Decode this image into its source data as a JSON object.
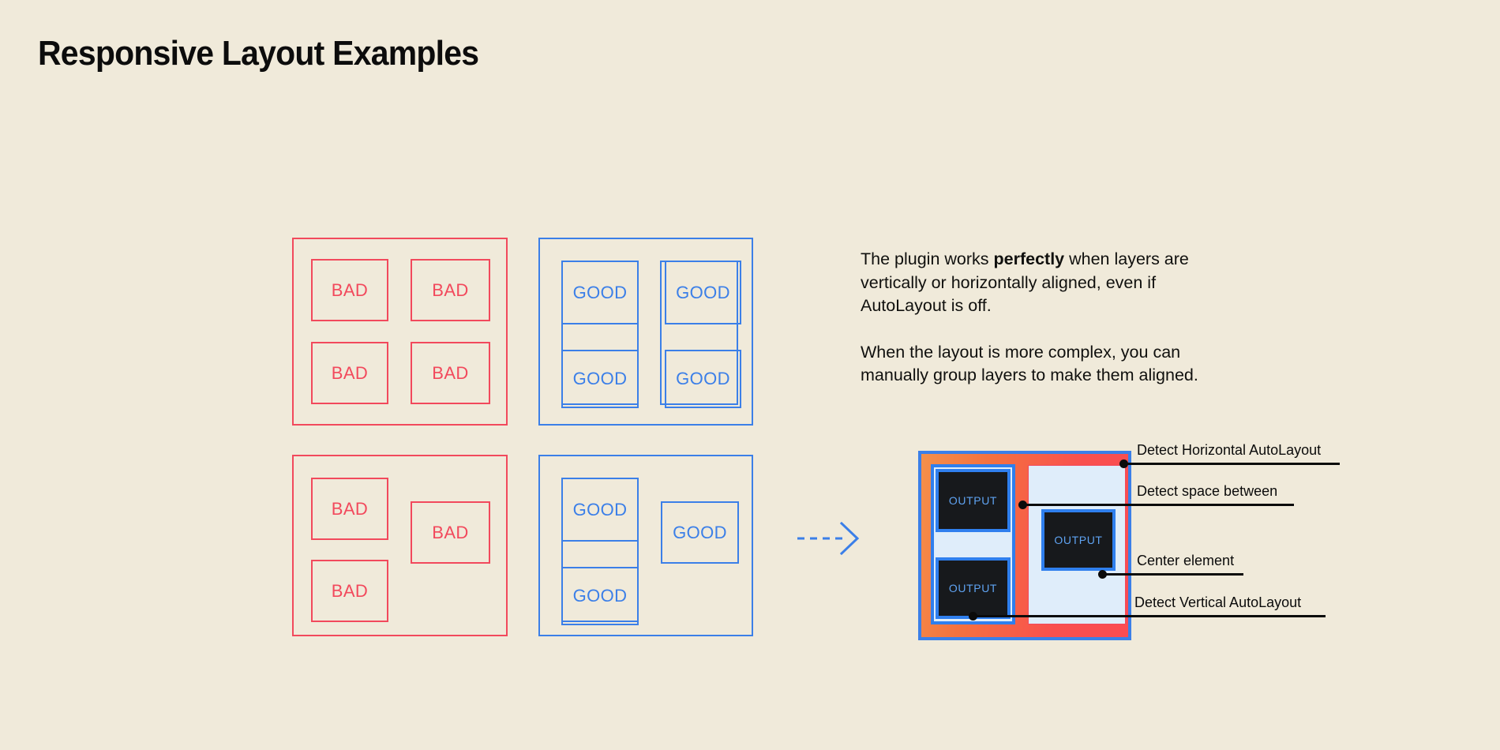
{
  "page": {
    "title": "Responsive Layout Examples",
    "background_color": "#F0EADA",
    "bad_color": "#F2495C",
    "good_color": "#3B7FE8",
    "text_color": "#10100E"
  },
  "examples": {
    "bad_grid": {
      "variant": "bad",
      "cells": [
        {
          "label": "BAD"
        },
        {
          "label": "BAD"
        },
        {
          "label": "BAD"
        },
        {
          "label": "BAD"
        }
      ]
    },
    "good_grid": {
      "variant": "good",
      "cells": [
        {
          "label": "GOOD"
        },
        {
          "label": "GOOD"
        },
        {
          "label": "GOOD"
        },
        {
          "label": "GOOD"
        }
      ]
    },
    "bad_complex": {
      "variant": "bad",
      "cells": [
        {
          "label": "BAD"
        },
        {
          "label": "BAD"
        },
        {
          "label": "BAD"
        }
      ]
    },
    "good_complex": {
      "variant": "good",
      "cells": [
        {
          "label": "GOOD"
        },
        {
          "label": "GOOD"
        },
        {
          "label": "GOOD"
        }
      ]
    }
  },
  "copy": {
    "paragraph1_part1": "The plugin works ",
    "paragraph1_bold": "perfectly",
    "paragraph1_part2": " when layers are vertically or horizontally aligned, even if AutoLayout is off.",
    "paragraph2": "When the layout is more complex, you can manually group layers to make them aligned."
  },
  "arrow": {
    "icon": "dashed-arrow-right-icon",
    "color": "#3B7FE8",
    "style": "dashed"
  },
  "diagram": {
    "outputs": [
      {
        "label": "OUTPUT"
      },
      {
        "label": "OUTPUT"
      },
      {
        "label": "OUTPUT"
      }
    ],
    "frame_border_color": "#3B7FE8",
    "fill_start_color": "#F4904A",
    "fill_end_color": "#FB4C52",
    "column_color": "#DFEDFA",
    "output_fill_color": "#17191C",
    "output_text_color": "#5FA3F2"
  },
  "callouts": [
    {
      "label": "Detect Horizontal AutoLayout"
    },
    {
      "label": "Detect space between"
    },
    {
      "label": "Center element"
    },
    {
      "label": "Detect Vertical AutoLayout"
    }
  ]
}
